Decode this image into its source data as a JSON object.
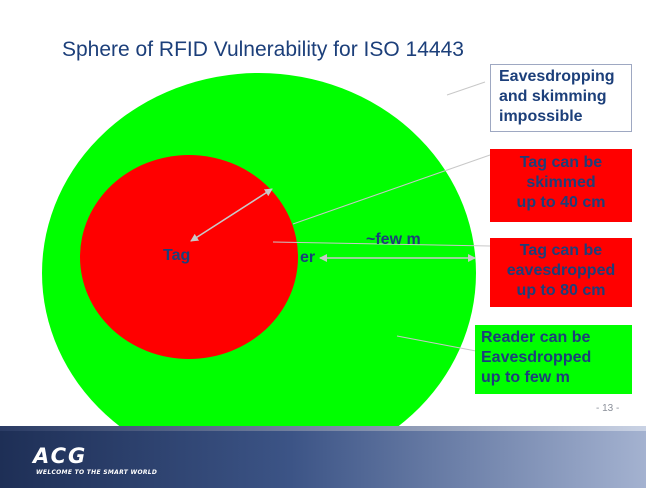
{
  "slide": {
    "title": "Sphere of RFID Vulnerability for ISO 14443",
    "page_number": "- 13 -"
  },
  "diagram": {
    "tag_label": "Tag",
    "reader_label_partial": "er",
    "distance_label": "~few m",
    "colors": {
      "outer_sphere": "#00ff00",
      "inner_sphere": "#ff0000",
      "text": "#1c3f7a",
      "arrow": "#c8c8c8"
    }
  },
  "callouts": {
    "outside": "Eavesdropping\nand skimming\nimpossible",
    "skim": "Tag can be\nskimmed\nup to 40 cm",
    "eavesdrop_tag": "Tag can be\neavesdropped\nup to 80 cm",
    "eavesdrop_reader": "Reader can be\nEavesdropped\nup to few m"
  },
  "footer": {
    "logo": "ACG",
    "tagline": "WELCOME TO THE SMART WORLD"
  }
}
